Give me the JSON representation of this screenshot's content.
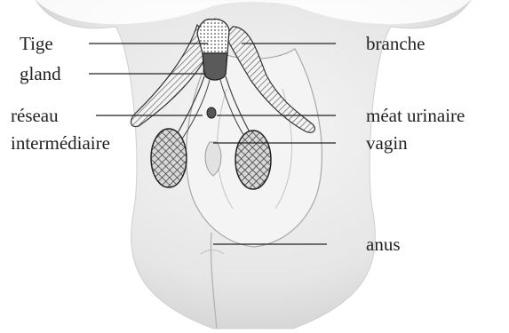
{
  "labels": {
    "tige": "Tige",
    "gland": "gland",
    "reseau": "réseau",
    "intermediaire": "intermédiaire",
    "branche": "branche",
    "meat": "méat urinaire",
    "vagin": "vagin",
    "anus": "anus"
  },
  "colors": {
    "skin": "#eaeaea",
    "skin_edge": "#bdbdbd",
    "ink": "#222222"
  }
}
